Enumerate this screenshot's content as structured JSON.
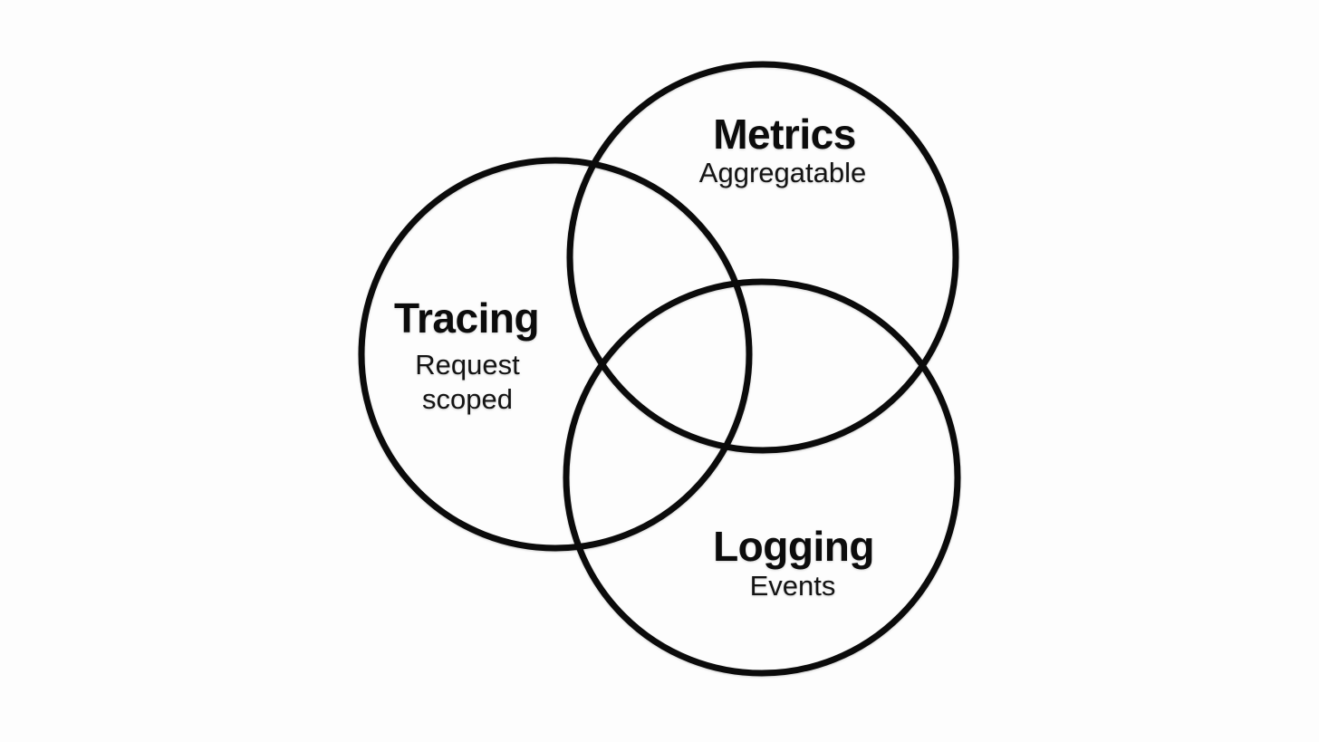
{
  "diagram": {
    "type": "venn-diagram",
    "background_color": "#fdfdfd",
    "stroke_color": "#0b0b0b",
    "text_color": "#0c0c0c",
    "sets": [
      {
        "id": "metrics",
        "label": "Metrics",
        "sublabel": "Aggregatable"
      },
      {
        "id": "tracing",
        "label": "Tracing",
        "sublabel": "Request scoped",
        "sublabel_lines": [
          "Request",
          "scoped"
        ]
      },
      {
        "id": "logging",
        "label": "Logging",
        "sublabel": "Events"
      }
    ]
  }
}
